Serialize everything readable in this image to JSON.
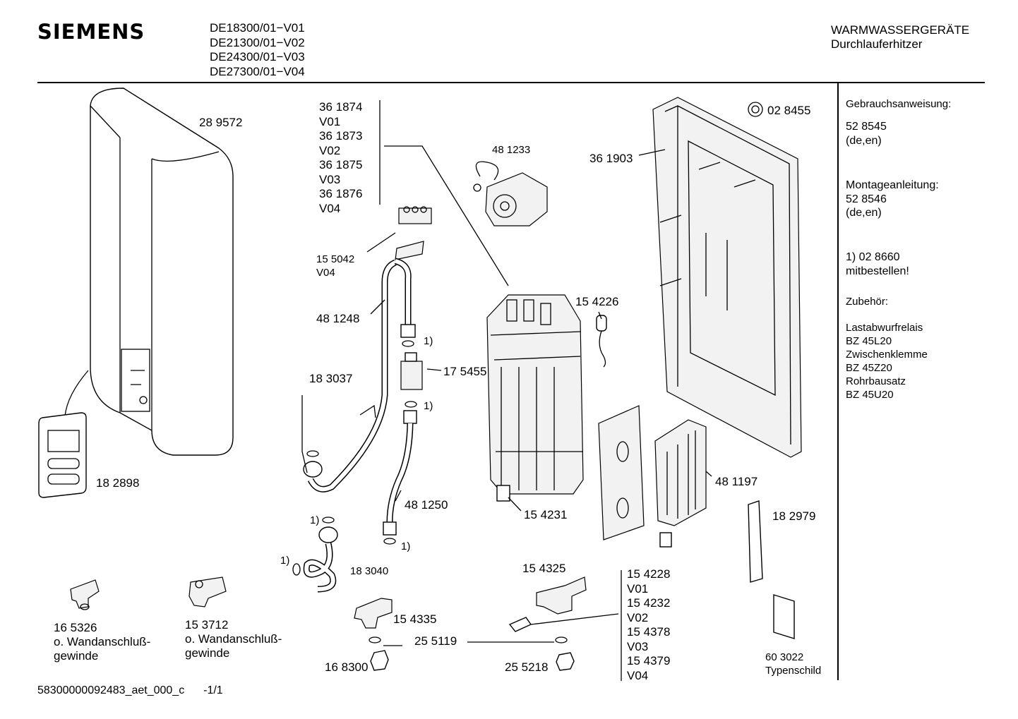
{
  "header": {
    "brand": "SIEMENS",
    "models": [
      "DE18300/01−V01",
      "DE21300/01−V02",
      "DE24300/01−V03",
      "DE27300/01−V04"
    ],
    "category": "WARMWASSERGERÄTE",
    "subcategory": "Durchlauferhitzer"
  },
  "sidebar": {
    "manual_label": "Gebrauchsanweisung:",
    "manual_number": "52 8545",
    "manual_lang": "(de,en)",
    "install_label": "Montageanleitung:",
    "install_number": "52 8546",
    "install_lang": "(de,en)",
    "order_note_1": "1) 02 8660",
    "order_note_2": "mitbestellen!",
    "accessories_label": "Zubehör:",
    "accessories": [
      "Lastabwurfrelais",
      "BZ 45L20",
      "Zwischenklemme",
      "BZ 45Z20",
      "Rohrbausatz",
      "BZ 45U20"
    ]
  },
  "parts": {
    "p289572": "28 9572",
    "p182898": "18 2898",
    "heater_variants": [
      "36 1874",
      "V01",
      "36 1873",
      "V02",
      "36 1875",
      "V03",
      "36 1876",
      "V04"
    ],
    "p155042": "15 5042",
    "p155042_v": "V04",
    "p481248": "48 1248",
    "p183037": "18 3037",
    "p175455": "17 5455",
    "p481233": "48 1233",
    "p154226": "15 4226",
    "p361903": "36 1903",
    "p028455": "02 8455",
    "p481250": "48 1250",
    "p154231": "15 4231",
    "p481197": "48 1197",
    "p182979": "18 2979",
    "p183040": "18 3040",
    "p165326": "16 5326",
    "p165326_desc": [
      "o. Wandanschluß-",
      "gewinde"
    ],
    "p153712": "15 3712",
    "p153712_desc": [
      "o. Wandanschluß-",
      "gewinde"
    ],
    "p154335": "15 4335",
    "p168300": "16 8300",
    "p255119": "25 5119",
    "p255218": "25 5218",
    "p154325": "15 4325",
    "valve_variants": [
      "15 4228",
      "V01",
      "15 4232",
      "V02",
      "15 4378",
      "V03",
      "15 4379",
      "V04"
    ],
    "p603022": "60 3022",
    "p603022_desc": "Typenschild",
    "note_ref": "1)"
  },
  "footer": {
    "doc_id": "58300000092483_aet_000_c",
    "page": "-1/1"
  }
}
